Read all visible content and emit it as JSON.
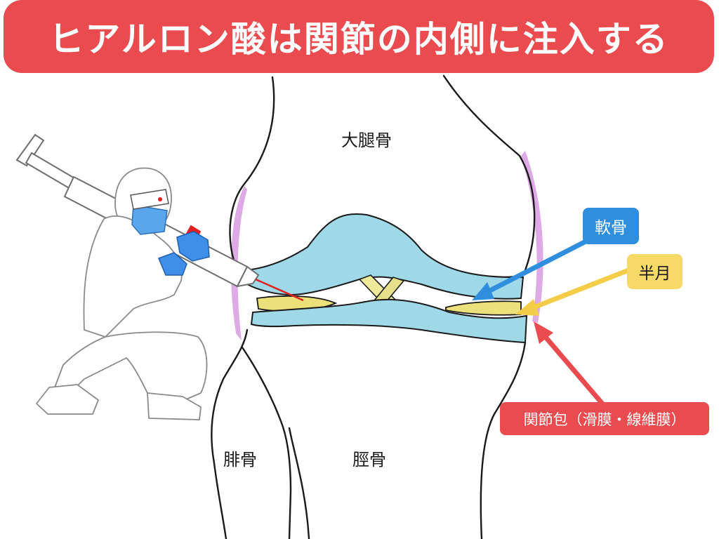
{
  "title": "ヒアルロン酸は関節の内側に注入する",
  "labels": {
    "femur": "大腿骨",
    "fibula": "腓骨",
    "tibia": "脛骨"
  },
  "callouts": {
    "cartilage": "軟骨",
    "meniscus": "半月",
    "joint_capsule": "関節包（滑膜・線維膜）"
  },
  "colors": {
    "banner": "#e94b4e",
    "cartilage": "#2f8fde",
    "cartilage_fill": "#9fd8e6",
    "meniscus": "#f7d968",
    "meniscus_fill": "#ece07a",
    "joint_capsule": "#e94b4e",
    "synovium": "#d79be0",
    "glove": "#3f8fe8",
    "needle": "#e02020"
  }
}
